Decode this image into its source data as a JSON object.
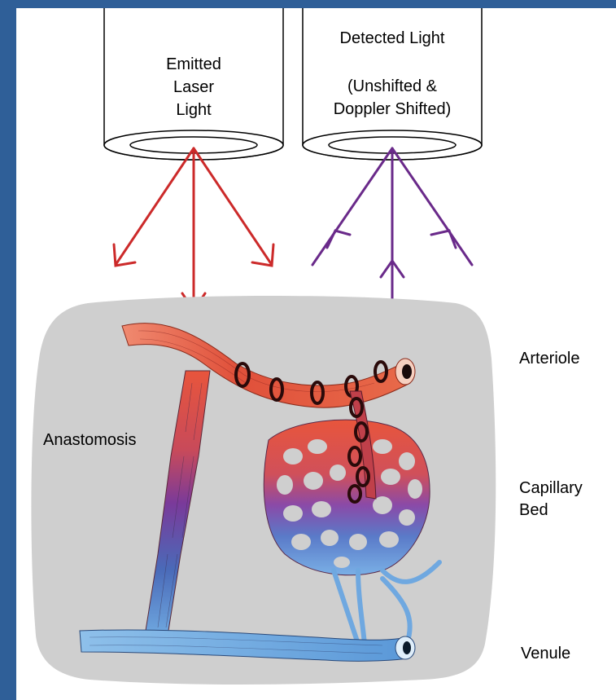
{
  "emitter": {
    "line1": "Emitted",
    "line2": "Laser",
    "line3": "Light"
  },
  "detector": {
    "line1": "Detected Light",
    "line2": "(Unshifted &",
    "line3": "Doppler Shifted)"
  },
  "labels": {
    "anastomosis": "Anastomosis",
    "arteriole": "Arteriole",
    "capillary_line1": "Capillary",
    "capillary_line2": "Bed",
    "venule": "Venule"
  },
  "colors": {
    "background_border": "#2f5f98",
    "emitted_light": "#cc2a2a",
    "detected_light": "#6a2a8a",
    "tissue": "#cfcfcf",
    "arteriole": "#e05a3a",
    "venule": "#6fa8e0",
    "capillary_mid": "#8a4aa8"
  }
}
